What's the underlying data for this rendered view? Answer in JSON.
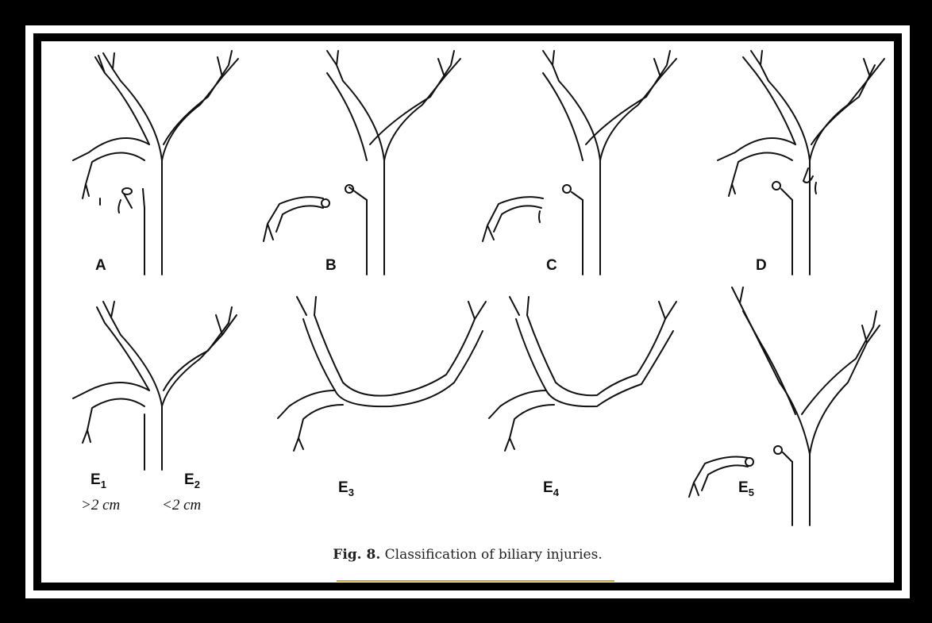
{
  "labels": {
    "a": "A",
    "b": "B",
    "c": "C",
    "d": "D",
    "e1": {
      "letter": "E",
      "sub": "1",
      "measure": ">2 cm"
    },
    "e2": {
      "letter": "E",
      "sub": "2",
      "measure": "<2 cm"
    },
    "e3": {
      "letter": "E",
      "sub": "3"
    },
    "e4": {
      "letter": "E",
      "sub": "4"
    },
    "e5": {
      "letter": "E",
      "sub": "5"
    }
  },
  "caption": {
    "fig": "Fig. 8.",
    "text": " Classification of biliary injuries."
  },
  "colors": {
    "frame": "#000000",
    "panel": "#ffffff",
    "line": "#111111",
    "rule": "#c9a24a"
  }
}
